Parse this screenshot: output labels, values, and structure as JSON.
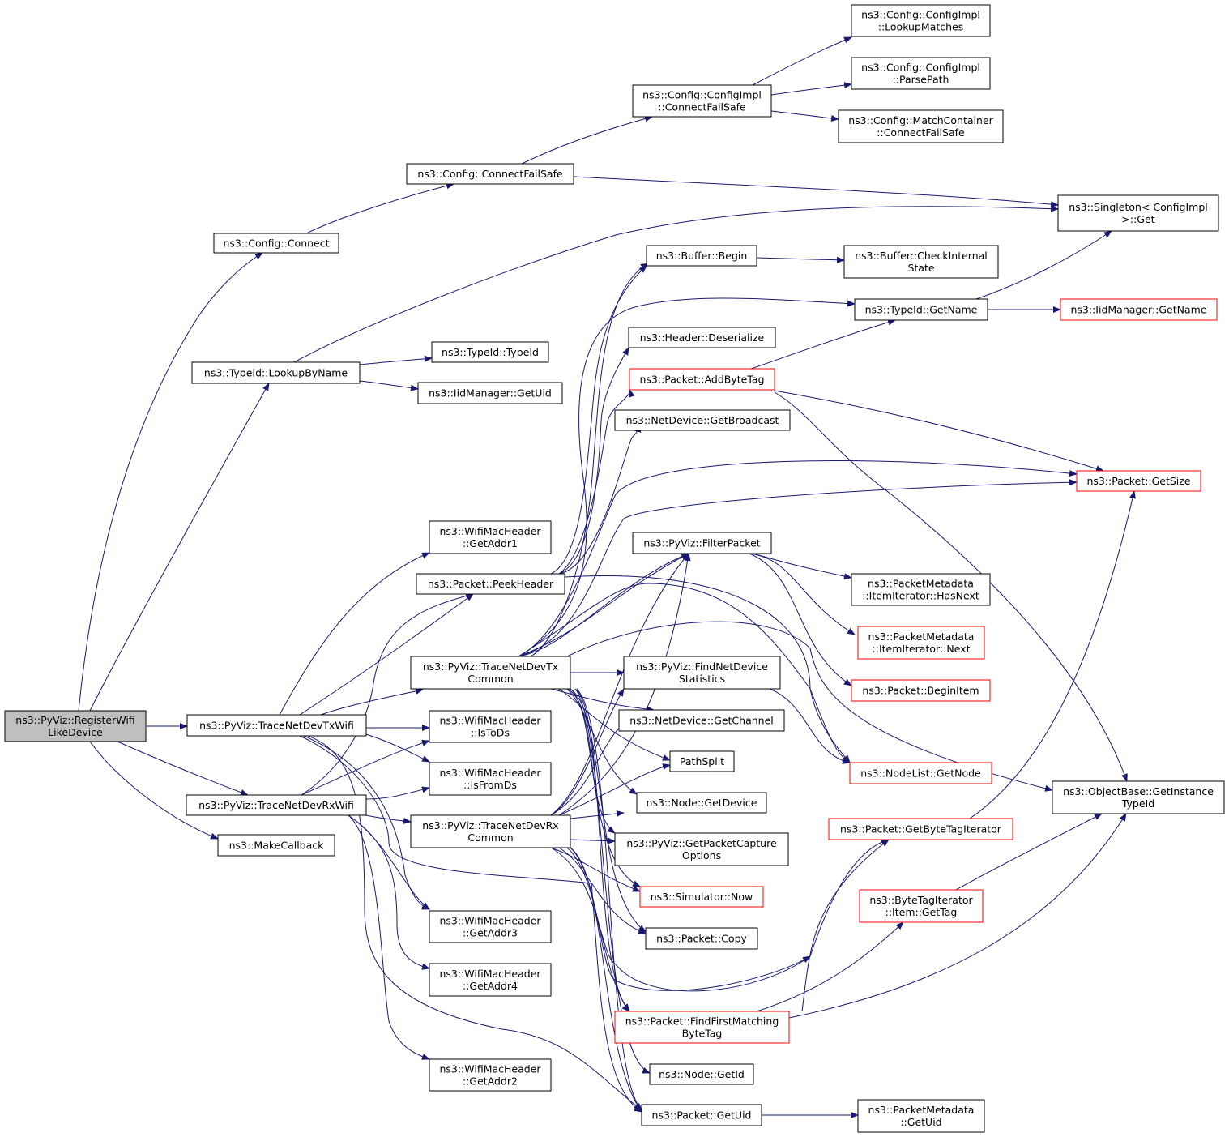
{
  "colors": {
    "edge": "#191970",
    "node_border": "#000000",
    "red_border": "#ff0000",
    "root_fill": "#bfbfbf"
  },
  "nodes": {
    "register": [
      "ns3::PyViz::RegisterWifi",
      "LikeDevice"
    ],
    "config_connect": [
      "ns3::Config::Connect"
    ],
    "typeid_lookup": [
      "ns3::TypeId::LookupByName"
    ],
    "tx_wifi": [
      "ns3::PyViz::TraceNetDevTxWifi"
    ],
    "rx_wifi": [
      "ns3::PyViz::TraceNetDevRxWifi"
    ],
    "make_callback": [
      "ns3::MakeCallback"
    ],
    "cfs": [
      "ns3::Config::ConnectFailSafe"
    ],
    "typeid_ctor": [
      "ns3::TypeId::TypeId"
    ],
    "iid_getuid": [
      "ns3::IidManager::GetUid"
    ],
    "getaddr1": [
      "ns3::WifiMacHeader",
      "::GetAddr1"
    ],
    "peekheader": [
      "ns3::Packet::PeekHeader"
    ],
    "tx_common": [
      "ns3::PyViz::TraceNetDevTx",
      "Common"
    ],
    "istods": [
      "ns3::WifiMacHeader",
      "::IsToDs"
    ],
    "isfromds": [
      "ns3::WifiMacHeader",
      "::IsFromDs"
    ],
    "rx_common": [
      "ns3::PyViz::TraceNetDevRx",
      "Common"
    ],
    "getaddr3": [
      "ns3::WifiMacHeader",
      "::GetAddr3"
    ],
    "getaddr4": [
      "ns3::WifiMacHeader",
      "::GetAddr4"
    ],
    "getaddr2": [
      "ns3::WifiMacHeader",
      "::GetAddr2"
    ],
    "impl_cfs": [
      "ns3::Config::ConfigImpl",
      "::ConnectFailSafe"
    ],
    "buffer_begin": [
      "ns3::Buffer::Begin"
    ],
    "header_deser": [
      "ns3::Header::Deserialize"
    ],
    "addbytetag": [
      "ns3::Packet::AddByteTag"
    ],
    "getbroadcast": [
      "ns3::NetDevice::GetBroadcast"
    ],
    "filterpacket": [
      "ns3::PyViz::FilterPacket"
    ],
    "findnetdev": [
      "ns3::PyViz::FindNetDevice",
      "Statistics"
    ],
    "getchannel": [
      "ns3::NetDevice::GetChannel"
    ],
    "pathsplit": [
      "PathSplit"
    ],
    "getdevice": [
      "ns3::Node::GetDevice"
    ],
    "getcapture": [
      "ns3::PyViz::GetPacketCapture",
      "Options"
    ],
    "now": [
      "ns3::Simulator::Now"
    ],
    "copy": [
      "ns3::Packet::Copy"
    ],
    "findfirst": [
      "ns3::Packet::FindFirstMatching",
      "ByteTag"
    ],
    "getid": [
      "ns3::Node::GetId"
    ],
    "pkt_getuid": [
      "ns3::Packet::GetUid"
    ],
    "lookupmatches": [
      "ns3::Config::ConfigImpl",
      "::LookupMatches"
    ],
    "parsepath": [
      "ns3::Config::ConfigImpl",
      "::ParsePath"
    ],
    "matchcont": [
      "ns3::Config::MatchContainer",
      "::ConnectFailSafe"
    ],
    "checkinternal": [
      "ns3::Buffer::CheckInternal",
      "State"
    ],
    "typeid_getname": [
      "ns3::TypeId::GetName"
    ],
    "hasnext": [
      "ns3::PacketMetadata",
      "::ItemIterator::HasNext"
    ],
    "next": [
      "ns3::PacketMetadata",
      "::ItemIterator::Next"
    ],
    "beginitem": [
      "ns3::Packet::BeginItem"
    ],
    "nodelist": [
      "ns3::NodeList::GetNode"
    ],
    "getbytetagit": [
      "ns3::Packet::GetByteTagIterator"
    ],
    "btigettag": [
      "ns3::ByteTagIterator",
      "::Item::GetTag"
    ],
    "meta_getuid": [
      "ns3::PacketMetadata",
      "::GetUid"
    ],
    "singleton": [
      "ns3::Singleton< ConfigImpl",
      " >::Get"
    ],
    "iid_getname": [
      "ns3::IidManager::GetName"
    ],
    "getsize": [
      "ns3::Packet::GetSize"
    ],
    "objbase": [
      "ns3::ObjectBase::GetInstance",
      "TypeId"
    ]
  }
}
